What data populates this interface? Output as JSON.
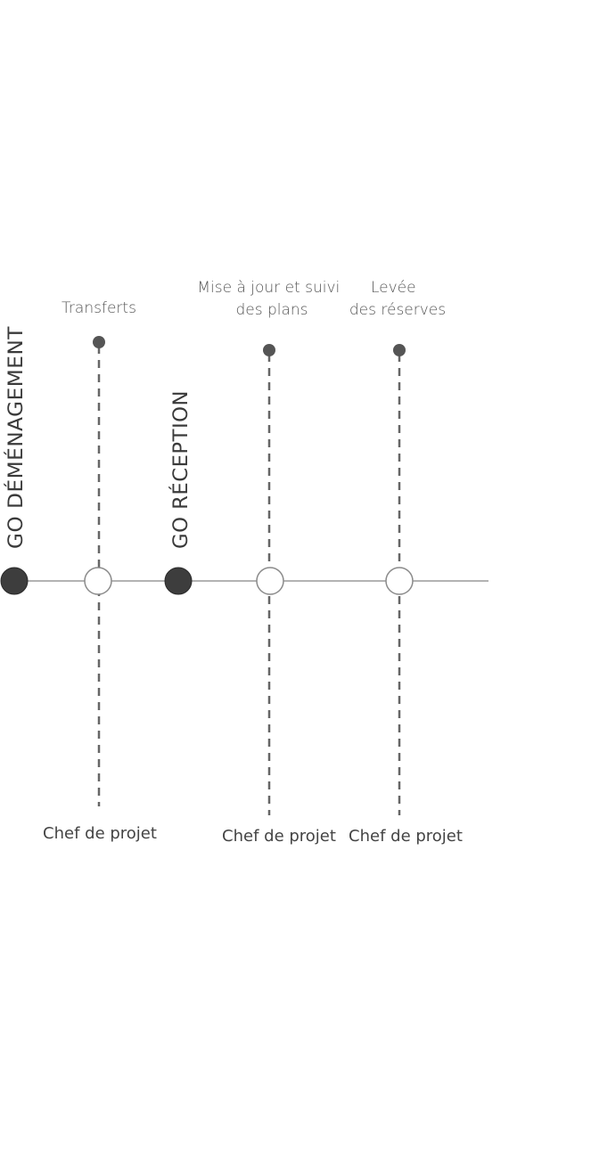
{
  "timeline": {
    "milestones": [
      {
        "id": "go-demenagement",
        "label": "GO DÉMÉNAGEMENT"
      },
      {
        "id": "go-reception",
        "label": "GO RÉCEPTION"
      }
    ],
    "activities": [
      {
        "id": "transferts",
        "title_lines": [
          "Transferts"
        ],
        "owner": "Chef de projet"
      },
      {
        "id": "mise-a-jour",
        "title_lines": [
          "Mise à jour et suivi",
          "des plans"
        ],
        "owner": "Chef de projet"
      },
      {
        "id": "levee",
        "title_lines": [
          "Levée",
          "des réserves"
        ],
        "owner": "Chef de projet"
      }
    ]
  },
  "colors": {
    "axis": "#9a9a9a",
    "milestone_fill": "#3d3d3d",
    "node_fill": "#ffffff",
    "node_stroke": "#8a8a8a",
    "connector": "#666666",
    "dot": "#555555",
    "text": "#444444"
  }
}
